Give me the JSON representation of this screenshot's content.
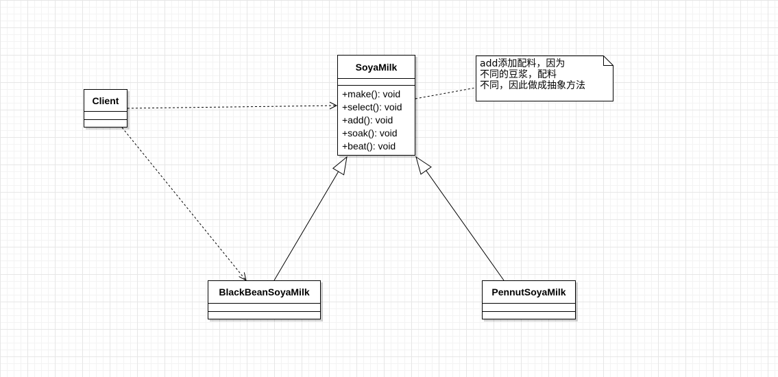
{
  "diagram": {
    "classes": {
      "soyamilk": {
        "name": "SoyaMilk",
        "operations": [
          "+make(): void",
          "+select(): void",
          "+add(): void",
          "+soak(): void",
          "+beat(): void"
        ]
      },
      "client": {
        "name": "Client"
      },
      "blackbean": {
        "name": "BlackBeanSoyaMilk"
      },
      "pennut": {
        "name": "PennutSoyaMilk"
      }
    },
    "note": {
      "lines": [
        "add添加配料，因为",
        "不同的豆浆，配料",
        "不同，因此做成抽象方法"
      ]
    },
    "relationships": [
      {
        "from": "Client",
        "to": "SoyaMilk",
        "type": "dependency"
      },
      {
        "from": "Client",
        "to": "BlackBeanSoyaMilk",
        "type": "dependency"
      },
      {
        "from": "BlackBeanSoyaMilk",
        "to": "SoyaMilk",
        "type": "generalization"
      },
      {
        "from": "PennutSoyaMilk",
        "to": "SoyaMilk",
        "type": "generalization"
      },
      {
        "from": "note",
        "to": "SoyaMilk",
        "type": "note-anchor"
      }
    ]
  }
}
